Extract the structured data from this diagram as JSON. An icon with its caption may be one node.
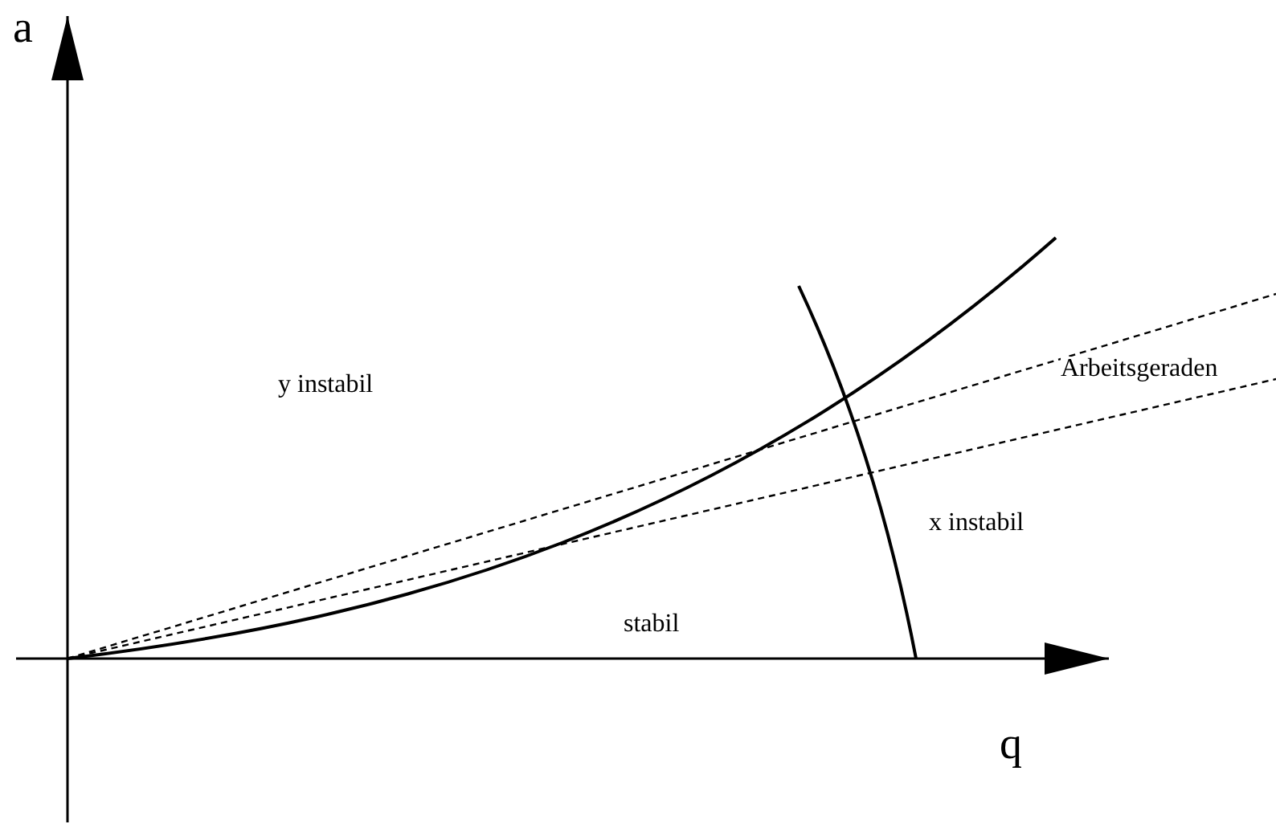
{
  "diagram": {
    "labels": [
      "a",
      "y instabil",
      "Arbeitsgeraden",
      "x instabil",
      "stabil",
      "q"
    ]
  }
}
